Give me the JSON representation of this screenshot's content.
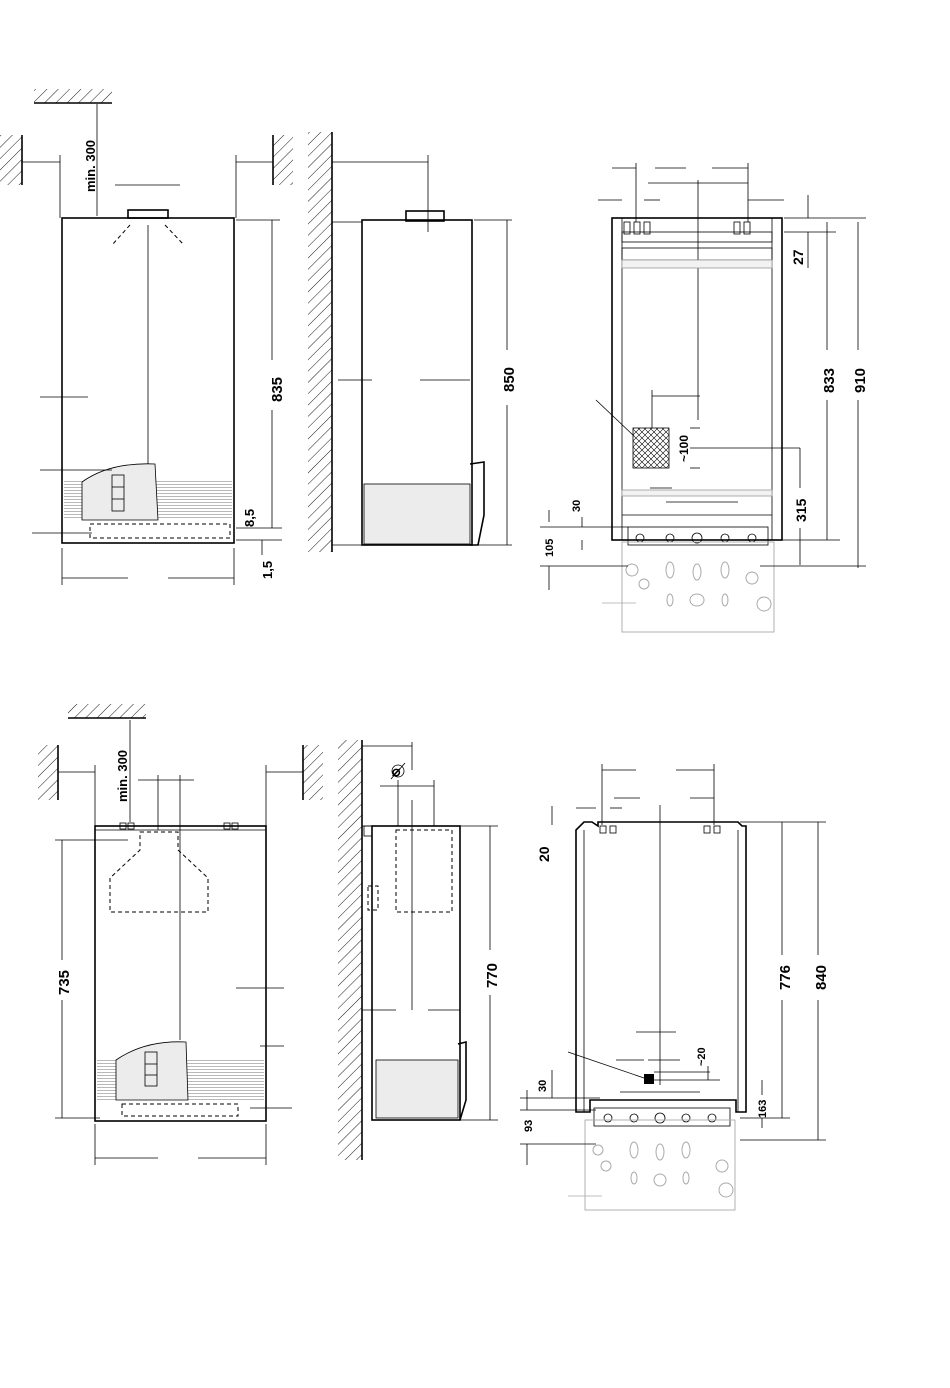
{
  "top_row": {
    "front_view": {
      "clearance": "min. 300",
      "height": "835",
      "gap_top": "8,5",
      "gap_bottom": "1,5"
    },
    "side_view": {
      "height": "850"
    },
    "rear_view": {
      "top_offset": "27",
      "mount_height": "833",
      "total_height": "910",
      "zone_size": "~100",
      "bottom_offset": "315",
      "fitting_offset": "30",
      "fitting_depth": "105"
    }
  },
  "bottom_row": {
    "front_view": {
      "clearance": "min. 300",
      "height": "735"
    },
    "side_view": {
      "height": "770",
      "diameter_symbol": "⌀"
    },
    "rear_view": {
      "top_offset": "20",
      "mount_height": "776",
      "total_height": "840",
      "pipe_offset": "~20",
      "fitting_offset": "30",
      "fitting_depth": "93",
      "lower_offset": "163"
    }
  }
}
